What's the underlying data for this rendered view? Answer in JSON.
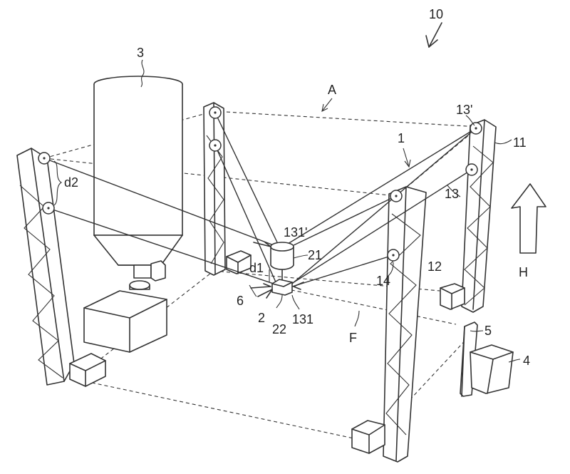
{
  "figure": {
    "labels": {
      "system": "10",
      "plane_a": "A",
      "silo": "3",
      "cable_robot": "1",
      "pulley_13p": "13'",
      "mast_11": "11",
      "distance_d2": "d2",
      "cable_13": "13",
      "top_131p": "131'",
      "unit_21": "21",
      "distance_d1": "d1",
      "pulley_14": "14",
      "mast_12": "12",
      "direction_h": "H",
      "actuator_6": "6",
      "effector_2": "2",
      "unit_22": "22",
      "cable_131": "131",
      "floor_f": "F",
      "element_5": "5",
      "box_4": "4"
    }
  }
}
